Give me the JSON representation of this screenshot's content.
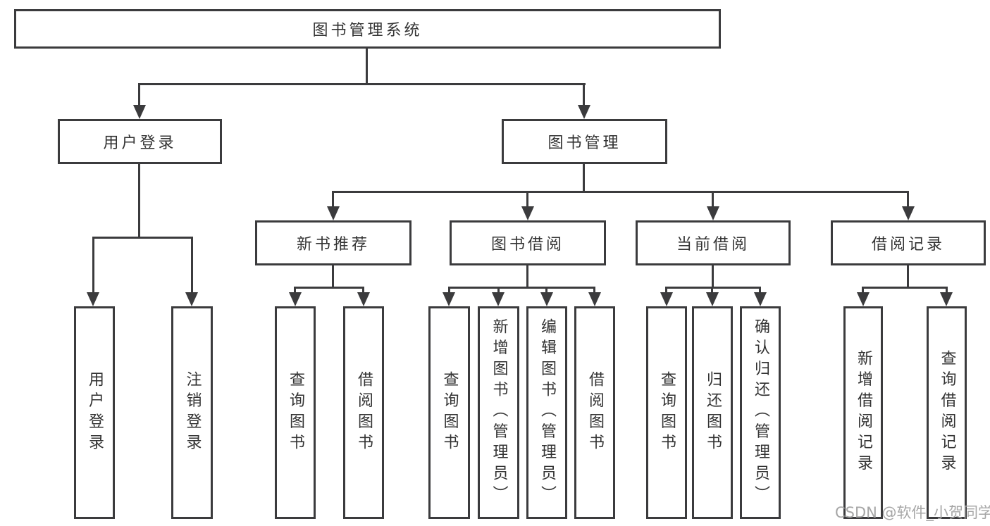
{
  "diagram": {
    "root": {
      "label": "图书管理系统"
    },
    "branches": [
      {
        "label": "用户登录",
        "children": [
          {
            "label": "用户登录"
          },
          {
            "label": "注销登录"
          }
        ]
      },
      {
        "label": "图书管理",
        "children": [
          {
            "label": "新书推荐",
            "children": [
              {
                "label": "查询图书"
              },
              {
                "label": "借阅图书"
              }
            ]
          },
          {
            "label": "图书借阅",
            "children": [
              {
                "label": "查询图书"
              },
              {
                "label": "新增图书（管理员）"
              },
              {
                "label": "编辑图书（管理员）"
              },
              {
                "label": "借阅图书"
              }
            ]
          },
          {
            "label": "当前借阅",
            "children": [
              {
                "label": "查询图书"
              },
              {
                "label": "归还图书"
              },
              {
                "label": "确认归还（管理员）"
              }
            ]
          },
          {
            "label": "借阅记录",
            "children": [
              {
                "label": "新增借阅记录"
              },
              {
                "label": "查询借阅记录"
              }
            ]
          }
        ]
      }
    ]
  },
  "watermark": {
    "text": "CSDN @软件_小贺同学"
  },
  "colors": {
    "line": "#3b3b3d",
    "text": "#333333",
    "watermark": "#a6a6a6"
  }
}
